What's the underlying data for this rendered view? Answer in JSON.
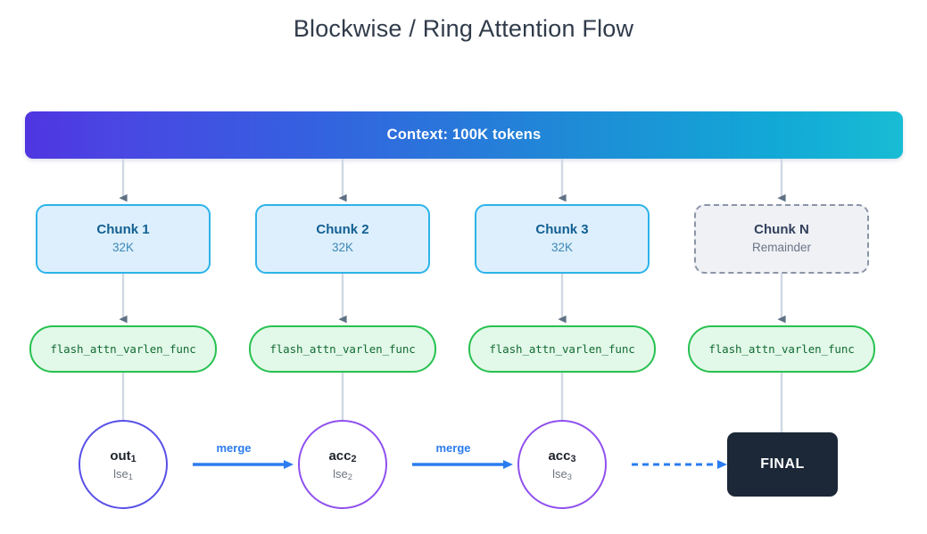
{
  "title": "Blockwise / Ring Attention Flow",
  "context": {
    "label": "Context: 100K tokens"
  },
  "columns": [
    {
      "chunk_title": "Chunk 1",
      "chunk_sub": "32K",
      "fn_label": "flash_attn_varlen_func"
    },
    {
      "chunk_title": "Chunk 2",
      "chunk_sub": "32K",
      "fn_label": "flash_attn_varlen_func"
    },
    {
      "chunk_title": "Chunk 3",
      "chunk_sub": "32K",
      "fn_label": "flash_attn_varlen_func"
    },
    {
      "chunk_title": "Chunk N",
      "chunk_sub": "Remainder",
      "fn_label": "flash_attn_varlen_func"
    }
  ],
  "accumulators": [
    {
      "main": "out",
      "main_sub": "1",
      "lse": "lse",
      "lse_sub": "1"
    },
    {
      "main": "acc",
      "main_sub": "2",
      "lse": "lse",
      "lse_sub": "2"
    },
    {
      "main": "acc",
      "main_sub": "3",
      "lse": "lse",
      "lse_sub": "3"
    }
  ],
  "merge_labels": [
    "merge",
    "merge"
  ],
  "final": {
    "label": "FINAL"
  },
  "colors": {
    "context_gradient_start": "#4f35e0",
    "context_gradient_end": "#18bcd4",
    "chunk_fill": "#ddeffc",
    "chunk_border": "#2cb3ea",
    "chunk_title": "#115f92",
    "chunk_sub": "#3c87b5",
    "chunk_dashed_fill": "#eff1f5",
    "chunk_dashed_border": "#8b95a6",
    "fn_fill": "#e2f8e8",
    "fn_border": "#27c150",
    "fn_text": "#126b34",
    "circle_indigo": "#5850e8",
    "circle_violet": "#9050ee",
    "merge_arrow": "#2b7cf0",
    "final_bg": "#1c2838",
    "connector_line": "#cfd8e3",
    "connector_head": "#5f7184",
    "title_text": "#303b4a"
  }
}
